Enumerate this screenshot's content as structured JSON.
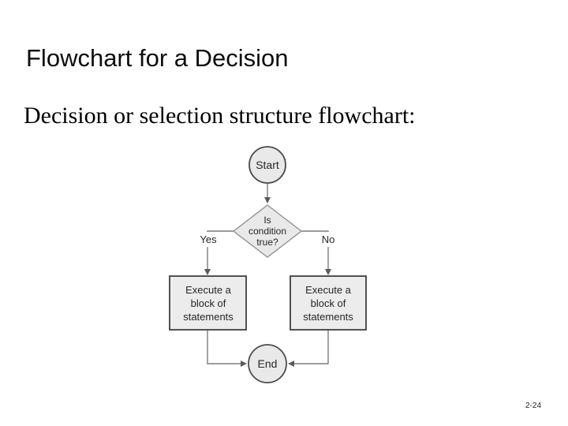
{
  "slide": {
    "title": "Flowchart for a Decision",
    "subtitle": "Decision or selection structure flowchart:",
    "page_number": "2-24"
  },
  "flowchart": {
    "start_label": "Start",
    "condition_label": "Is condition true?",
    "yes_label": "Yes",
    "no_label": "No",
    "true_branch_label": "Execute a block of statements",
    "false_branch_label": "Execute a block of statements",
    "end_label": "End"
  },
  "colors": {
    "background": "#ffffff",
    "title_text": "#0d0d0d",
    "subtitle_text": "#000000",
    "shape_fill": "#e9e9e9",
    "terminator_border": "#4d4d4d",
    "process_border": "#404040",
    "diamond_border": "#919191",
    "connector_line": "#7d7d7d",
    "arrowhead": "#5a5a5a",
    "flowchart_text": "#262626"
  }
}
